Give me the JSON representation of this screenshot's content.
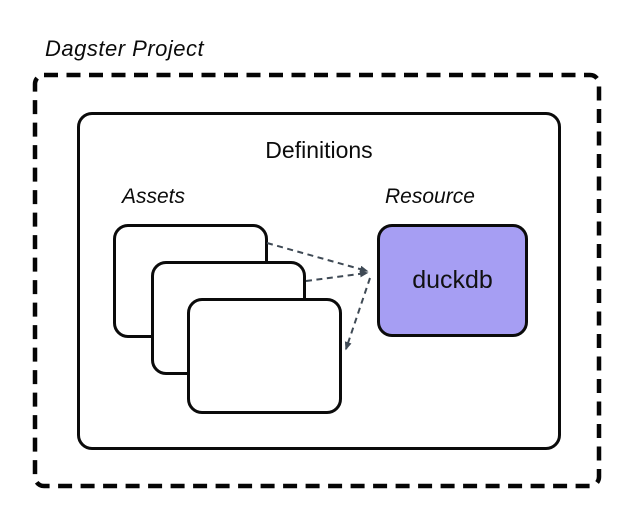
{
  "title": "Dagster Project",
  "definitions": {
    "label": "Definitions"
  },
  "assets": {
    "label": "Assets",
    "card_count": 3
  },
  "resource": {
    "label": "Resource",
    "node_label": "duckdb"
  },
  "edges": [
    {
      "from": "asset-card-1",
      "to": "duckdb",
      "style": "dashed",
      "arrowhead_at": "duckdb"
    },
    {
      "from": "asset-card-2",
      "to": "duckdb",
      "style": "dashed",
      "arrowhead_at": "duckdb"
    },
    {
      "from": "duckdb",
      "to": "asset-card-3",
      "style": "dashed",
      "arrowhead_at": "asset-card-3"
    }
  ],
  "colors": {
    "background": "#ffffff",
    "outline": "#0b0b0b",
    "resource_fill": "#a69ef3",
    "connector": "#3f4a55"
  }
}
